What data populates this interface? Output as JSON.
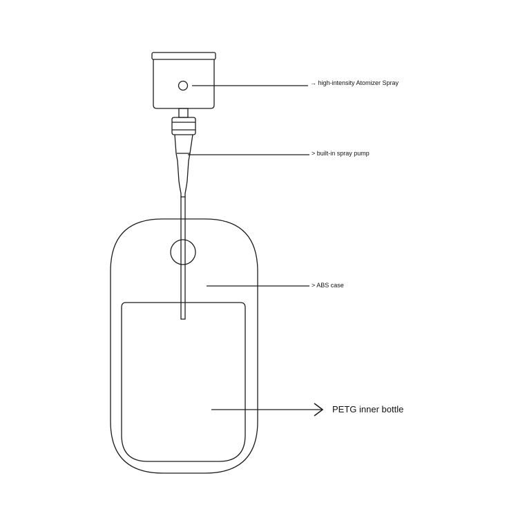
{
  "labels": {
    "atomizer": "→ high-intensity Atomizer Spray",
    "pump": "> built-in spray pump",
    "case": "> ABS case",
    "bottle": "PETG inner bottle"
  },
  "colors": {
    "line": "#1a1a1a",
    "background": "#ffffff"
  }
}
